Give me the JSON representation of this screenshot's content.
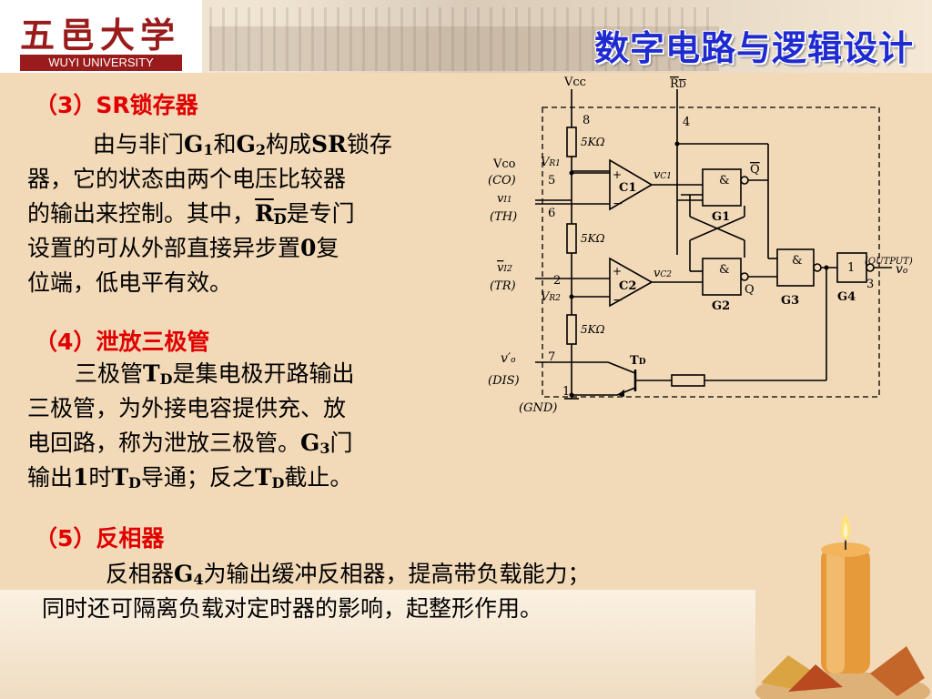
{
  "header": {
    "logo_cn": "五邑大学",
    "logo_en": "WUYI UNIVERSITY",
    "course_title": "数字电路与逻辑设计"
  },
  "sections": {
    "sr": {
      "heading": "（3）SR锁存器",
      "line1_a": "由与非门",
      "g1": "G",
      "g1_sub": "1",
      "line1_b": "和",
      "g2": "G",
      "g2_sub": "2",
      "line1_c": "构成",
      "line1_sr": "SR",
      "line1_d": "锁存",
      "line2": "器，它的状态由两个电压比较器",
      "line3_a": "的输出来控制。其中，",
      "rd": "R",
      "rd_sub": "D",
      "line3_b": "是专门",
      "line4_a": "设置的可从外部直接异步置",
      "line4_zero": "0",
      "line4_b": "复",
      "line5": "位端，低电平有效。"
    },
    "discharge": {
      "heading": "（4）泄放三极管",
      "line1_a": "三极管",
      "td": "T",
      "td_sub": "D",
      "line1_b": "是集电极开路输出",
      "line2": "三极管，为外接电容提供充、放",
      "line3_a": "电回路，称为泄放三极管。",
      "g3": "G",
      "g3_sub": "3",
      "line3_b": "门",
      "line4_a": "输出",
      "line4_one": "1",
      "line4_b": "时",
      "td2": "T",
      "td2_sub": "D",
      "line4_c": "导通；反之",
      "td3": "T",
      "td3_sub": "D",
      "line4_d": "截止。"
    },
    "inverter": {
      "heading": "（5）反相器",
      "line1_a": "反相器",
      "g4": "G",
      "g4_sub": "4",
      "line1_b": "为输出缓冲反相器，提高带负载能力；",
      "line2": "同时还可隔离负载对定时器的影响，起整形作用。"
    }
  },
  "circuit": {
    "vcc": "Vcc",
    "rd_label": "R",
    "rd_sub": "D",
    "pin8": "8",
    "pin4": "4",
    "pin5": "5",
    "pin6": "6",
    "pin2": "2",
    "pin7": "7",
    "pin1": "1",
    "pin3": "3",
    "res_top": "5KΩ",
    "res_mid": "5KΩ",
    "res_bot": "5KΩ",
    "vr1_v": "V",
    "vr1_sub": "R1",
    "vr2_v": "V",
    "vr2_sub": "R2",
    "vco": "Vco",
    "co": "(CO)",
    "vi1_v": "v",
    "vi1_sub": "I1",
    "th": "(TH)",
    "vi2_v": "v",
    "vi2_sub": "I2",
    "tr": "(TR)",
    "vo_prime": "v′",
    "vo_prime_sub": "o",
    "dis": "(DIS)",
    "gnd": "(GND)",
    "comp1": "C1",
    "comp2": "C2",
    "plus": "+",
    "minus": "−",
    "vc1_v": "v",
    "vc1_sub": "C1",
    "vc2_v": "v",
    "vc2_sub": "C2",
    "and_sym": "&",
    "g1": "G1",
    "g2": "G2",
    "g3": "G3",
    "g4": "G4",
    "q": "Q",
    "qbar": "Q",
    "inv_one": "1",
    "output": "(OUTPUT)",
    "vo_v": "v",
    "vo_sub": "o",
    "td": "T",
    "td_sub": "D"
  },
  "colors": {
    "heading_red": "#e00000",
    "title_blue": "#1f2bd1",
    "logo_red": "#9a1b1b",
    "background": "#f2d9b8"
  }
}
